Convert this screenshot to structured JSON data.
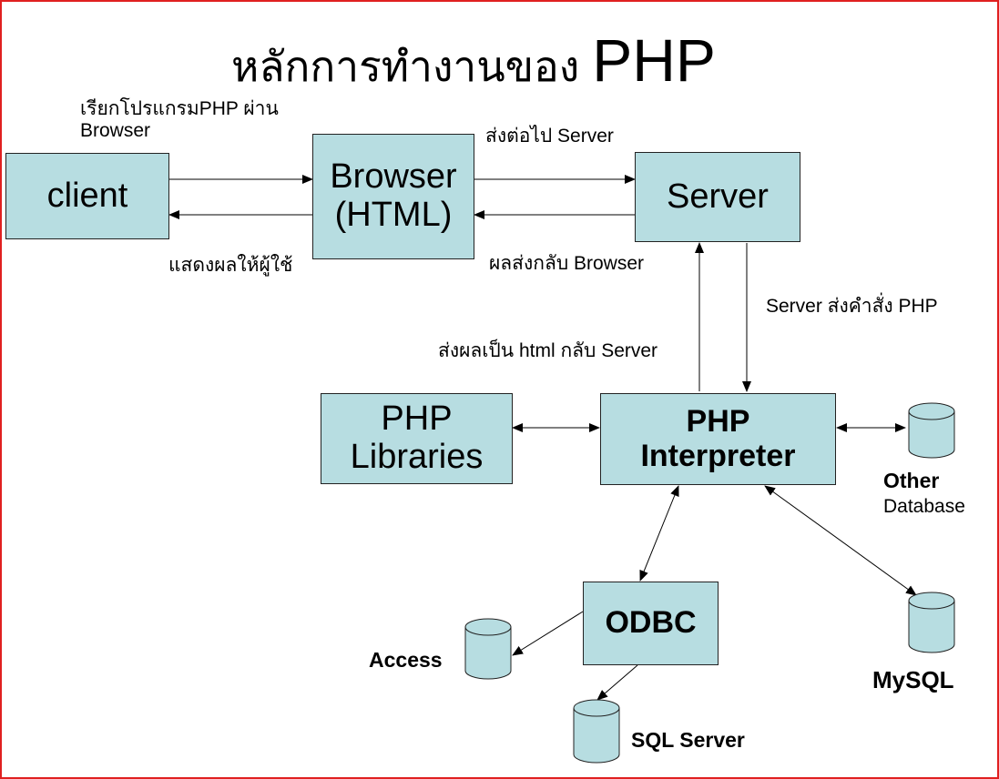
{
  "title": {
    "thai": "หลักการทำงานของ",
    "php": "PHP"
  },
  "nodes": {
    "client": "client",
    "browser_line1": "Browser",
    "browser_line2": "(HTML)",
    "server": "Server",
    "php_libraries_line1": "PHP",
    "php_libraries_line2": "Libraries",
    "php_interpreter_line1": "PHP",
    "php_interpreter_line2": "Interpreter",
    "odbc": "ODBC"
  },
  "databases": {
    "other_line1": "Other",
    "other_line2": "Database",
    "mysql": "MySQL",
    "access": "Access",
    "sql_server": "SQL Server"
  },
  "edge_labels": {
    "call_program_line1": "เรียกโปรแกรมPHP ผ่าน",
    "call_program_line2": "Browser",
    "show_user": "แสดงผลให้ผู้ใช้",
    "send_to_server": "ส่งต่อไป Server",
    "return_browser": "ผลส่งกลับ Browser",
    "server_send_php": "Server ส่งคำสั่ง PHP",
    "return_html": "ส่งผลเป็น html กลับ Server"
  },
  "colors": {
    "box_fill": "#b7dde1",
    "db_fill": "#b7dde1",
    "border_frame": "#e02020",
    "arrow": "#000000"
  }
}
